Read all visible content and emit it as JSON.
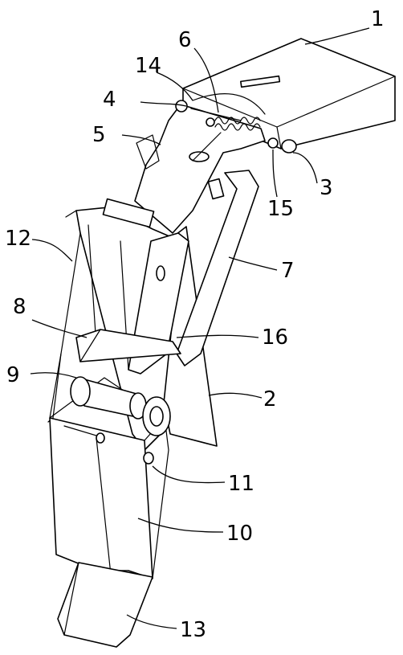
{
  "figure": {
    "labels": [
      {
        "key": "p1",
        "text": "1"
      },
      {
        "key": "p2",
        "text": "2"
      },
      {
        "key": "p3",
        "text": "3"
      },
      {
        "key": "p4",
        "text": "4"
      },
      {
        "key": "p5",
        "text": "5"
      },
      {
        "key": "p6",
        "text": "6"
      },
      {
        "key": "p7",
        "text": "7"
      },
      {
        "key": "p8",
        "text": "8"
      },
      {
        "key": "p9",
        "text": "9"
      },
      {
        "key": "p10",
        "text": "10"
      },
      {
        "key": "p11",
        "text": "11"
      },
      {
        "key": "p12",
        "text": "12"
      },
      {
        "key": "p13",
        "text": "13"
      },
      {
        "key": "p14",
        "text": "14"
      },
      {
        "key": "p15",
        "text": "15"
      },
      {
        "key": "p16",
        "text": "16"
      }
    ]
  }
}
